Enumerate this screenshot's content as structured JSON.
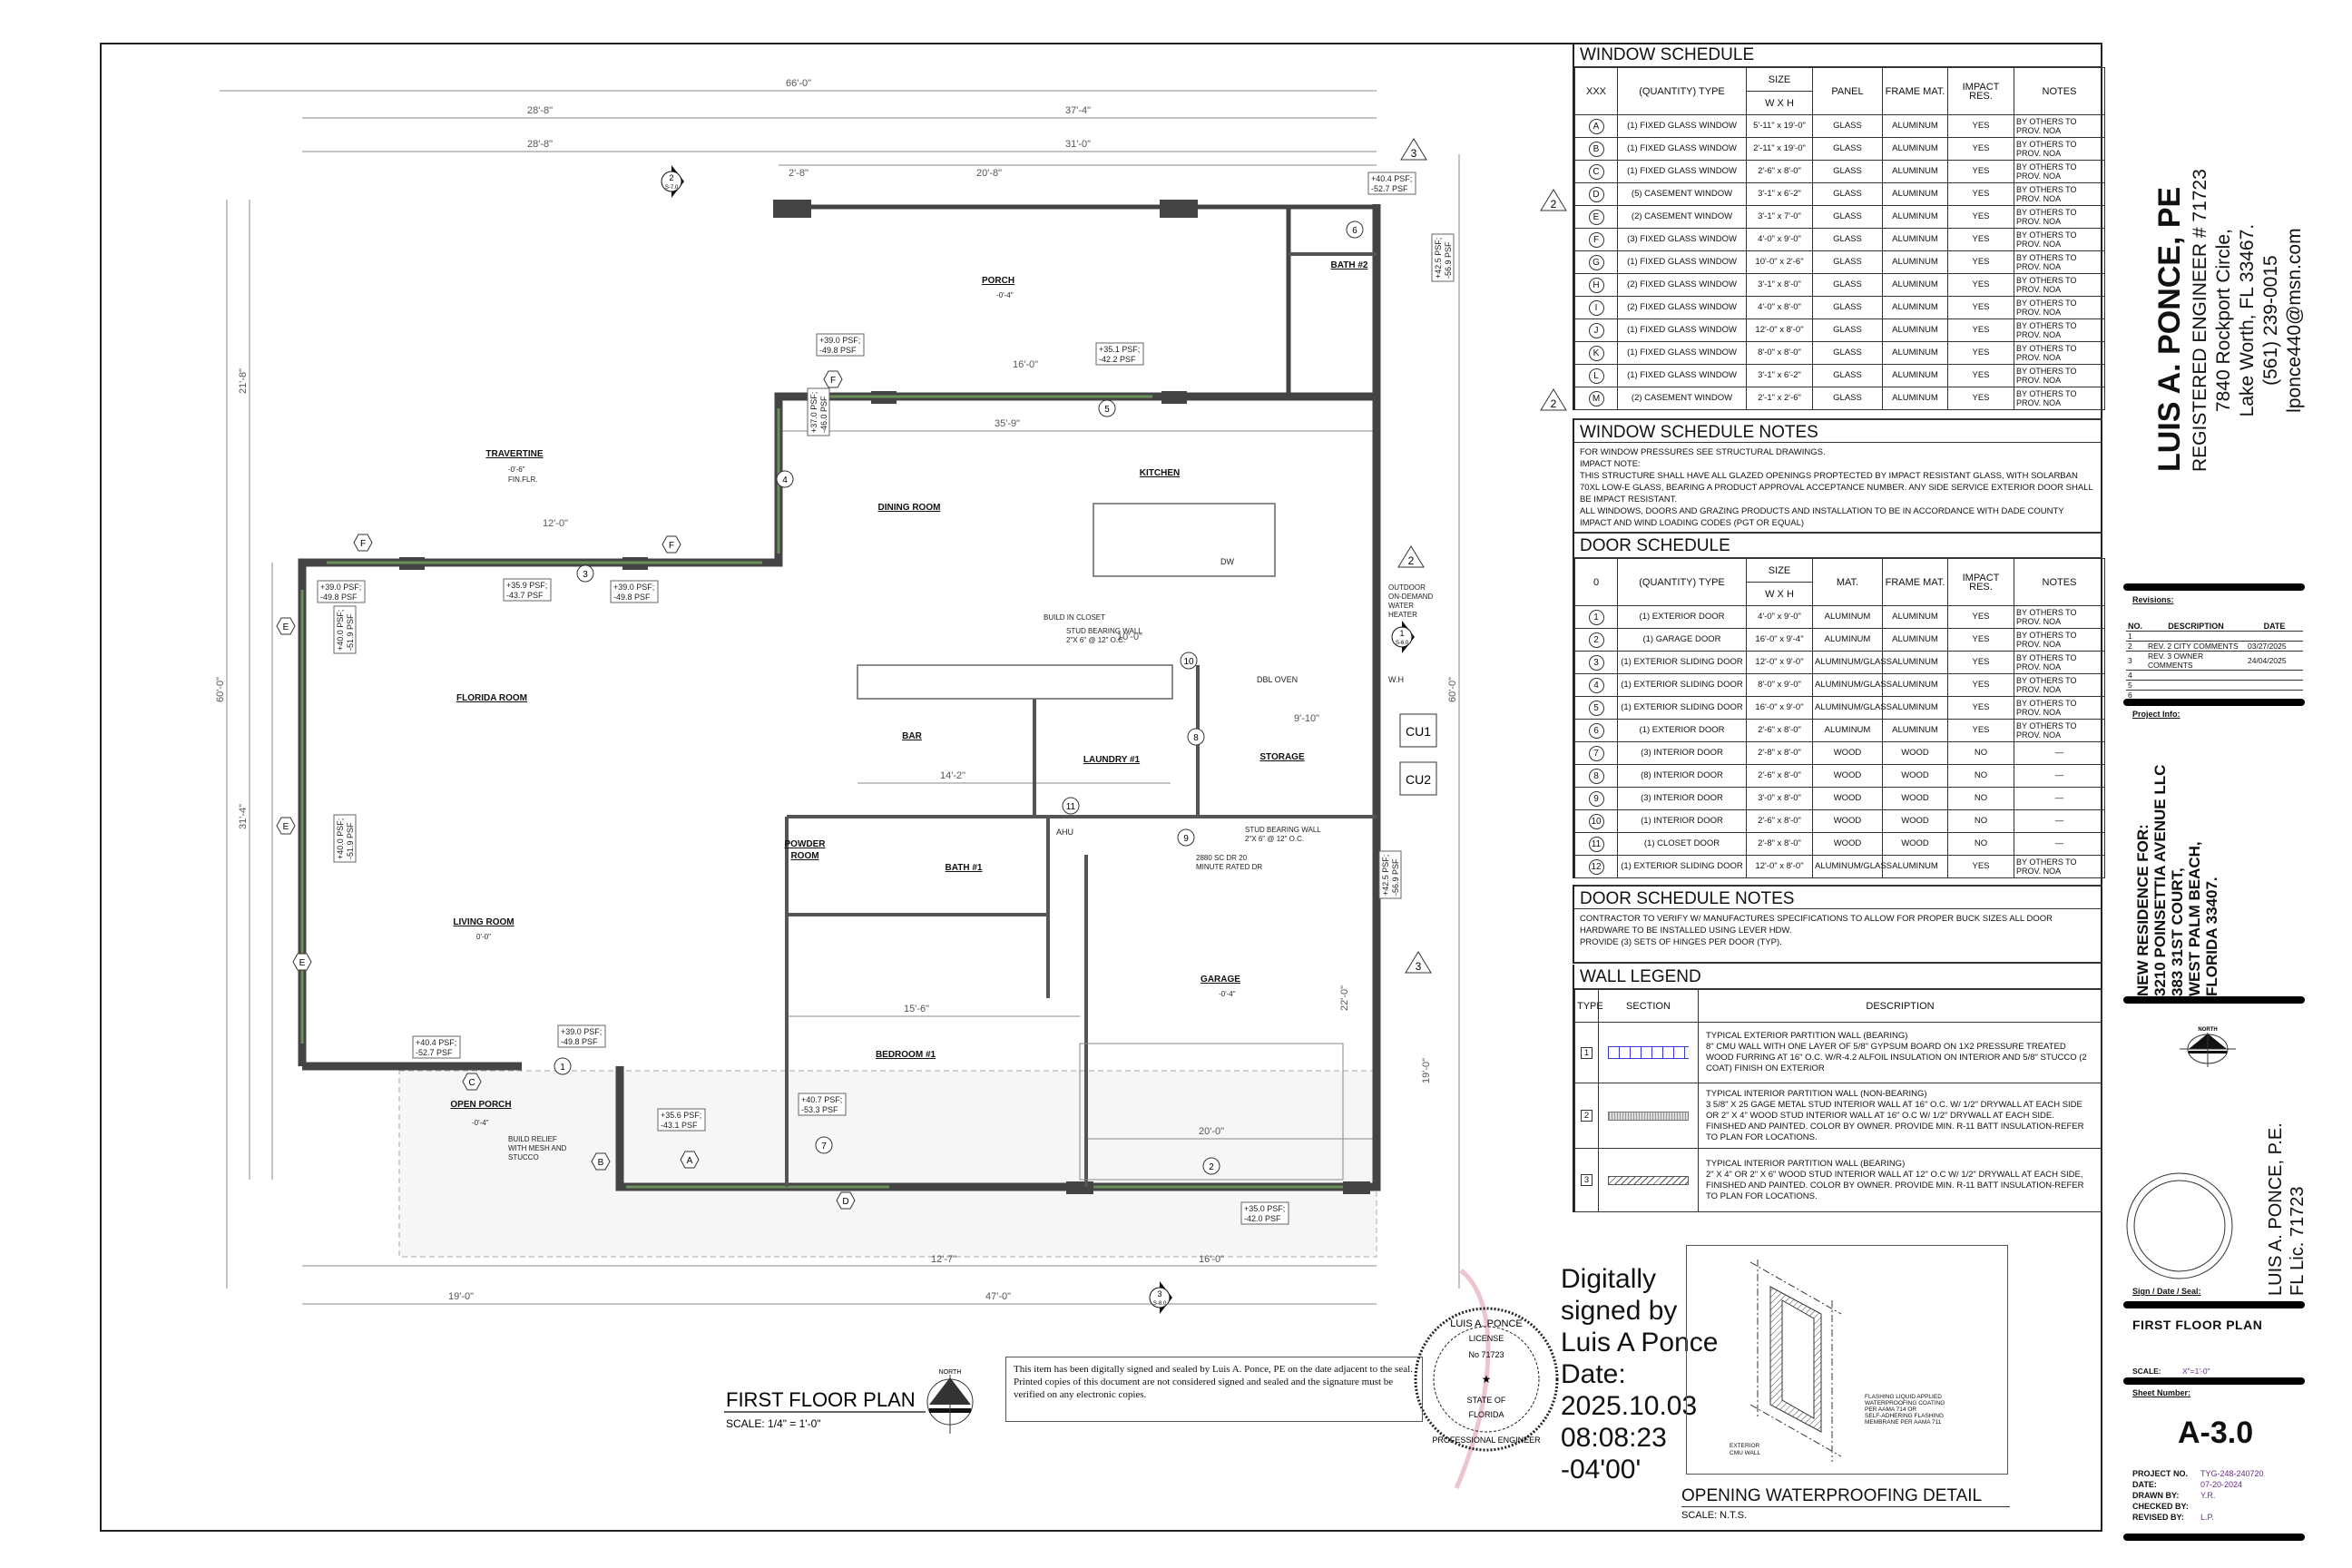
{
  "plan": {
    "title": "FIRST FLOOR PLAN",
    "scale": "SCALE: 1/4\" = 1'-0\"",
    "north_label": "NORTH",
    "rooms": {
      "travertine": "TRAVERTINE",
      "porch": "PORCH",
      "bath2": "BATH #2",
      "kitchen": "KITCHEN",
      "dining": "DINING ROOM",
      "florida": "FLORIDA ROOM",
      "bar": "BAR",
      "laundry": "LAUNDRY #1",
      "storage": "STORAGE",
      "powder1": "POWDER",
      "powder2": "ROOM",
      "bath1": "BATH #1",
      "living": "LIVING ROOM",
      "garage": "GARAGE",
      "bedroom": "BEDROOM #1",
      "open_porch": "OPEN PORCH",
      "cu1": "CU1",
      "cu2": "CU2",
      "ahu": "AHU",
      "wh": "W.H",
      "dbl_oven": "DBL OVEN",
      "dw": "DW"
    },
    "elevations": {
      "travertine": "-0'-6\"",
      "porch": "-0'-4\"",
      "garage": "-0'-4\"",
      "living": "0'-0\"",
      "open_porch": "-0'-4\"",
      "fin_flr": "FIN.FLR."
    },
    "dimensions": {
      "overall_top": "66'-0\"",
      "top_left": "28'-8\"",
      "top_right": "37'-4\"",
      "top_left2": "28'-8\"",
      "top_right2": "31'-0\"",
      "porch_w": "20'-8\"",
      "porch_l": "2'-8\"",
      "dining_w": "35'-9\"",
      "dining_16": "16'-0\"",
      "right_overall": "60'-0\"",
      "left_overall": "60'-0\"",
      "left_31": "31'-4\"",
      "left_21": "21'-8\"",
      "bottom_19": "19'-0\"",
      "bottom_47": "47'-0\"",
      "bar_14": "14'-2\"",
      "bed_15": "15'-6\"",
      "garage_20": "20'-0\"",
      "garage_22": "22'-0\"",
      "garage_19": "19'-0\"",
      "flor_12": "12'-0\"",
      "kitchen_10": "10'-0\"",
      "storage_9": "9'-10\"",
      "bottom_12": "12'-7\"",
      "bottom_16": "16'-0\""
    },
    "pressures": {
      "p1": [
        "+39.0 PSF;",
        "-49.8 PSF"
      ],
      "p2": [
        "+35.9 PSF;",
        "-43.7 PSF"
      ],
      "p3": [
        "+39.0 PSF;",
        "-49.8 PSF"
      ],
      "p4": [
        "+39.0 PSF;",
        "-49.8 PSF"
      ],
      "p5": [
        "+35.1 PSF;",
        "-42.2 PSF"
      ],
      "p6": [
        "+40.4 PSF;",
        "-52.7 PSF"
      ],
      "p7": [
        "+40.4 PSF;",
        "-52.7 PSF"
      ],
      "p8": [
        "+39.0 PSF;",
        "-49.8 PSF"
      ],
      "p9": [
        "+35.6 PSF;",
        "-43.1 PSF"
      ],
      "p10": [
        "+40.7 PSF;",
        "-53.3 PSF"
      ],
      "p11": [
        "+35.0 PSF;",
        "-42.0 PSF"
      ],
      "p12": [
        "+37.0 PSF;",
        "-46.0 PSF"
      ],
      "p13": [
        "+40.0 PSF;",
        "-51.9 PSF"
      ],
      "p14": [
        "+40.0 PSF;",
        "-51.9 PSF"
      ],
      "p15": [
        "+42.5 PSF;",
        "-56.9 PSF"
      ],
      "p16": [
        "+42.5 PSF;",
        "-56.9 PSF"
      ]
    },
    "notes": {
      "build_closet": "BUILD IN CLOSET",
      "stud_wall": "STUD BEARING WALL",
      "stud_spec": "2\"X 6\" @ 12\" O.C.",
      "water_heater": [
        "OUTDOOR",
        "ON-DEMAND",
        "WATER",
        "HEATER"
      ],
      "rated_door": [
        "2880 SC DR 20",
        "MINUTE RATED DR"
      ],
      "build_relief": [
        "BUILD RELIEF",
        "WITH MESH AND",
        "STUCCO"
      ]
    },
    "window_tags": [
      "A",
      "B",
      "C",
      "D",
      "E",
      "F",
      "F",
      "F",
      "E",
      "E"
    ],
    "door_tags": [
      "1",
      "2",
      "3",
      "4",
      "5",
      "6",
      "7",
      "8",
      "9",
      "10",
      "11"
    ],
    "revision_clouds": [
      "2",
      "2",
      "3",
      "2",
      "3"
    ],
    "section_markers": [
      {
        "num": "2",
        "sheet": "S-7.0"
      },
      {
        "num": "3",
        "sheet": "S-8.0"
      },
      {
        "num": "1",
        "sheet": "S-6.0"
      }
    ]
  },
  "disclaimer": {
    "line1": "This item has been digitally signed and sealed by Luis A. Ponce, PE on the date adjacent to the seal.",
    "line2": "Printed copies of this document are not considered signed and sealed and the signature must be verified on any electronic copies."
  },
  "seal": {
    "top": "LUIS A. PONCE",
    "license": "LICENSE",
    "number": "No 71723",
    "state": "STATE OF",
    "florida": "FLORIDA",
    "bottom": "PROFESSIONAL ENGINEER"
  },
  "digital_signature": [
    "Digitally",
    "signed by",
    "Luis A Ponce",
    "Date:",
    "2025.10.03",
    "08:08:23",
    "-04'00'"
  ],
  "waterproofing": {
    "title": "OPENING WATERPROOFING DETAIL",
    "scale": "SCALE: N.T.S.",
    "flashing_note": [
      "FLASHING LIQUID APPLIED",
      "WATERPROOFING COATING",
      "PER AAMA 714 OR",
      "SELF-ADHERING FLASHING",
      "MEMBRANE PER AAMA 711"
    ],
    "wall_note": [
      "EXTERIOR",
      "CMU WALL"
    ]
  },
  "window_schedule": {
    "title": "WINDOW SCHEDULE",
    "headers": {
      "tag": "XXX",
      "type": "(QUANTITY) TYPE",
      "size": "SIZE",
      "wxh": "W X H",
      "panel": "PANEL",
      "frame": "FRAME MAT.",
      "impact": "IMPACT RES.",
      "notes": "NOTES"
    },
    "rows": [
      {
        "tag": "A",
        "type": "(1)  FIXED GLASS WINDOW",
        "size": "5'-11\" x 19'-0\"",
        "panel": "GLASS",
        "frame": "ALUMINUM",
        "impact": "YES",
        "notes": "BY OTHERS TO PROV. NOA"
      },
      {
        "tag": "B",
        "type": "(1)  FIXED GLASS WINDOW",
        "size": "2'-11\" x 19'-0\"",
        "panel": "GLASS",
        "frame": "ALUMINUM",
        "impact": "YES",
        "notes": "BY OTHERS TO PROV. NOA"
      },
      {
        "tag": "C",
        "type": "(1)  FIXED GLASS WINDOW",
        "size": "2'-6\" x 8'-0\"",
        "panel": "GLASS",
        "frame": "ALUMINUM",
        "impact": "YES",
        "notes": "BY OTHERS TO PROV. NOA"
      },
      {
        "tag": "D",
        "type": "(5)  CASEMENT WINDOW",
        "size": "3'-1\" x 6'-2\"",
        "panel": "GLASS",
        "frame": "ALUMINUM",
        "impact": "YES",
        "notes": "BY OTHERS TO PROV. NOA"
      },
      {
        "tag": "E",
        "type": "(2)  CASEMENT WINDOW",
        "size": "3'-1\" x 7'-0\"",
        "panel": "GLASS",
        "frame": "ALUMINUM",
        "impact": "YES",
        "notes": "BY OTHERS TO PROV. NOA"
      },
      {
        "tag": "F",
        "type": "(3)  FIXED GLASS WINDOW",
        "size": "4'-0\" x 9'-0\"",
        "panel": "GLASS",
        "frame": "ALUMINUM",
        "impact": "YES",
        "notes": "BY OTHERS TO PROV. NOA"
      },
      {
        "tag": "G",
        "type": "(1)  FIXED GLASS WINDOW",
        "size": "10'-0\" x 2'-6\"",
        "panel": "GLASS",
        "frame": "ALUMINUM",
        "impact": "YES",
        "notes": "BY OTHERS TO PROV. NOA"
      },
      {
        "tag": "H",
        "type": "(2)  FIXED GLASS WINDOW",
        "size": "3'-1\" x 8'-0\"",
        "panel": "GLASS",
        "frame": "ALUMINUM",
        "impact": "YES",
        "notes": "BY OTHERS TO PROV. NOA"
      },
      {
        "tag": "I",
        "type": "(2)  FIXED GLASS WINDOW",
        "size": "4'-0\" x 8'-0\"",
        "panel": "GLASS",
        "frame": "ALUMINUM",
        "impact": "YES",
        "notes": "BY OTHERS TO PROV. NOA"
      },
      {
        "tag": "J",
        "type": "(1)  FIXED GLASS WINDOW",
        "size": "12'-0\" x 8'-0\"",
        "panel": "GLASS",
        "frame": "ALUMINUM",
        "impact": "YES",
        "notes": "BY OTHERS TO PROV. NOA"
      },
      {
        "tag": "K",
        "type": "(1)  FIXED GLASS WINDOW",
        "size": "8'-0\" x 8'-0\"",
        "panel": "GLASS",
        "frame": "ALUMINUM",
        "impact": "YES",
        "notes": "BY OTHERS TO PROV. NOA"
      },
      {
        "tag": "L",
        "type": "(1)  FIXED GLASS WINDOW",
        "size": "3'-1\" x 6'-2\"",
        "panel": "GLASS",
        "frame": "ALUMINUM",
        "impact": "YES",
        "notes": "BY OTHERS TO PROV. NOA"
      },
      {
        "tag": "M",
        "type": "(2)  CASEMENT WINDOW",
        "size": "2'-1\" x 2'-6\"",
        "panel": "GLASS",
        "frame": "ALUMINUM",
        "impact": "YES",
        "notes": "BY OTHERS TO PROV. NOA"
      }
    ]
  },
  "window_notes": {
    "title": "WINDOW SCHEDULE NOTES",
    "lines": [
      "FOR WINDOW PRESSURES SEE STRUCTURAL DRAWINGS.",
      "IMPACT NOTE:",
      "THIS STRUCTURE SHALL HAVE ALL GLAZED OPENINGS PROPTECTED BY IMPACT RESISTANT GLASS, WITH SOLARBAN 70XL LOW-E GLASS, BEARING A PRODUCT APPROVAL ACCEPTANCE NUMBER. ANY SIDE SERVICE EXTERIOR DOOR SHALL BE IMPACT RESISTANT.",
      "ALL WINDOWS, DOORS  AND GRAZING PRODUCTS AND INSTALLATION TO BE IN ACCORDANCE  WITH DADE COUNTY IMPACT AND WIND LOADING CODES (PGT OR EQUAL)"
    ]
  },
  "door_schedule": {
    "title": "DOOR SCHEDULE",
    "headers": {
      "tag": "0",
      "type": "(QUANTITY) TYPE",
      "size": "SIZE",
      "wxh": "W X H",
      "mat": "MAT.",
      "frame": "FRAME MAT.",
      "impact": "IMPACT RES.",
      "notes": "NOTES"
    },
    "rows": [
      {
        "tag": "1",
        "type": "(1)  EXTERIOR DOOR",
        "size": "4'-0\" x 9'-0\"",
        "mat": "ALUMINUM",
        "frame": "ALUMINUM",
        "impact": "YES",
        "notes": "BY OTHERS TO PROV. NOA"
      },
      {
        "tag": "2",
        "type": "(1)  GARAGE DOOR",
        "size": "16'-0\" x 9'-4\"",
        "mat": "ALUMINUM",
        "frame": "ALUMINUM",
        "impact": "YES",
        "notes": "BY OTHERS TO PROV. NOA"
      },
      {
        "tag": "3",
        "type": "(1)  EXTERIOR SLIDING DOOR",
        "size": "12'-0\" x 9'-0\"",
        "mat": "ALUMINUM/GLASS",
        "frame": "ALUMINUM",
        "impact": "YES",
        "notes": "BY OTHERS TO PROV. NOA"
      },
      {
        "tag": "4",
        "type": "(1)  EXTERIOR SLIDING DOOR",
        "size": "8'-0\" x 9'-0\"",
        "mat": "ALUMINUM/GLASS",
        "frame": "ALUMINUM",
        "impact": "YES",
        "notes": "BY OTHERS TO PROV. NOA"
      },
      {
        "tag": "5",
        "type": "(1)  EXTERIOR SLIDING DOOR",
        "size": "16'-0\" x 9'-0\"",
        "mat": "ALUMINUM/GLASS",
        "frame": "ALUMINUM",
        "impact": "YES",
        "notes": "BY OTHERS TO PROV. NOA"
      },
      {
        "tag": "6",
        "type": "(1)  EXTERIOR DOOR",
        "size": "2'-6\" x 8'-0\"",
        "mat": "ALUMINUM",
        "frame": "ALUMINUM",
        "impact": "YES",
        "notes": "BY OTHERS TO PROV. NOA"
      },
      {
        "tag": "7",
        "type": "(3)  INTERIOR DOOR",
        "size": "2'-8\" x 8'-0\"",
        "mat": "WOOD",
        "frame": "WOOD",
        "impact": "NO",
        "notes": "—"
      },
      {
        "tag": "8",
        "type": "(8)  INTERIOR DOOR",
        "size": "2'-6\" x 8'-0\"",
        "mat": "WOOD",
        "frame": "WOOD",
        "impact": "NO",
        "notes": "—"
      },
      {
        "tag": "9",
        "type": "(3)  INTERIOR DOOR",
        "size": "3'-0\" x 8'-0\"",
        "mat": "WOOD",
        "frame": "WOOD",
        "impact": "NO",
        "notes": "—"
      },
      {
        "tag": "10",
        "type": "(1)  INTERIOR DOOR",
        "size": "2'-6\" x 8'-0\"",
        "mat": "WOOD",
        "frame": "WOOD",
        "impact": "NO",
        "notes": "—"
      },
      {
        "tag": "11",
        "type": "(1)  CLOSET DOOR",
        "size": "2'-8\" x 8'-0\"",
        "mat": "WOOD",
        "frame": "WOOD",
        "impact": "NO",
        "notes": "—"
      },
      {
        "tag": "12",
        "type": "(1)  EXTERIOR SLIDING DOOR",
        "size": "12'-0\" x 8'-0\"",
        "mat": "ALUMINUM/GLASS",
        "frame": "ALUMINUM",
        "impact": "YES",
        "notes": "BY OTHERS TO PROV. NOA"
      }
    ]
  },
  "door_notes": {
    "title": "DOOR SCHEDULE NOTES",
    "lines": [
      "CONTRACTOR TO VERIFY W/ MANUFACTURES SPECIFICATIONS TO ALLOW FOR PROPER BUCK SIZES ALL DOOR HARDWARE TO BE INSTALLED USING LEVER HDW.",
      "PROVIDE (3) SETS OF HINGES PER DOOR (TYP)."
    ]
  },
  "wall_legend": {
    "title": "WALL LEGEND",
    "headers": {
      "type": "TYPE",
      "section": "SECTION",
      "description": "DESCRIPTION"
    },
    "rows": [
      {
        "type": "1",
        "title": "TYPICAL EXTERIOR PARTITION WALL (BEARING)",
        "text": "8\" CMU WALL WITH ONE LAYER OF 5/8\" GYPSUM BOARD ON 1X2 PRESSURE TREATED WOOD FURRING AT 16\" O.C. W/R-4.2 ALFOIL INSULATION ON INTERIOR AND 5/8\" STUCCO (2 COAT) FINISH ON EXTERIOR"
      },
      {
        "type": "2",
        "title": "TYPICAL INTERIOR PARTITION WALL (NON-BEARING)",
        "text": "3 5/8\" X 25 GAGE METAL STUD INTERIOR WALL AT 16\" O.C. W/ 1/2\" DRYWALL AT EACH SIDE OR 2\" X 4\" WOOD STUD INTERIOR WALL AT 16\" O.C W/ 1/2\" DRYWALL AT EACH SIDE. FINISHED AND PAINTED. COLOR BY OWNER. PROVIDE MIN. R-11 BATT INSULATION-REFER TO PLAN FOR LOCATIONS."
      },
      {
        "type": "3",
        "title": "TYPICAL INTERIOR PARTITION WALL (BEARING)",
        "text": "2\" X 4\" OR 2\" X 6\" WOOD STUD INTERIOR WALL AT 12\" O.C W/ 1/2\" DRYWALL AT EACH SIDE, FINISHED AND PAINTED. COLOR BY OWNER. PROVIDE MIN. R-11 BATT INSULATION-REFER TO PLAN FOR LOCATIONS."
      }
    ]
  },
  "title_block": {
    "engineer_name": "LUIS A. PONCE, PE",
    "registration": "REGISTERED ENGINEER # 71723",
    "address1": "7840 Rockport Circle,",
    "address2": "Lake Worth, FL 33467.",
    "phone": "(561) 239-0015",
    "email": "lponce440@msn.com",
    "revisions_label": "Revisions:",
    "rev_headers": {
      "no": "NO.",
      "description": "DESCRIPTION",
      "date": "DATE"
    },
    "revisions": [
      {
        "no": "1",
        "description": "",
        "date": ""
      },
      {
        "no": "2",
        "description": "REV. 2 CITY COMMENTS",
        "date": "03/27/2025"
      },
      {
        "no": "3",
        "description": "REV. 3 OWNER COMMENTS",
        "date": "24/04/2025"
      },
      {
        "no": "4",
        "description": "",
        "date": ""
      },
      {
        "no": "5",
        "description": "",
        "date": ""
      },
      {
        "no": "6",
        "description": "",
        "date": ""
      }
    ],
    "project_info_label": "Project Info:",
    "project_lines": [
      "NEW RESIDENCE FOR:",
      "3210 POINSETTIA AVENUE LLC",
      "383 31ST COURT,",
      "WEST PALM BEACH,",
      "FLORIDA 33407."
    ],
    "north_label": "NORTH",
    "seal_name": "LUIS A. PONCE, P.E.",
    "seal_license": "FL Lic. 71723",
    "sign_label": "Sign / Date / Seal:",
    "sheet_title": "FIRST FLOOR PLAN",
    "scale_label": "SCALE:",
    "scale_value": "X\"=1'-0\"",
    "sheet_number_label": "Sheet Number:",
    "sheet_number": "A-3.0",
    "project_no_label": "PROJECT NO.",
    "project_no": "TYG-248-240720",
    "date_label": "DATE:",
    "date": "07-20-2024",
    "drawn_label": "DRAWN BY:",
    "drawn": "Y.R.",
    "checked_label": "CHECKED BY:",
    "checked": "",
    "revised_label": "REVISED BY:",
    "revised": "L.P."
  },
  "colors": {
    "wall": "#444444",
    "glazing": "#6a8f5a",
    "info_value": "#6a2c8a",
    "wall_type1": "#3a3ad0",
    "signature": "#e8b8c0"
  }
}
